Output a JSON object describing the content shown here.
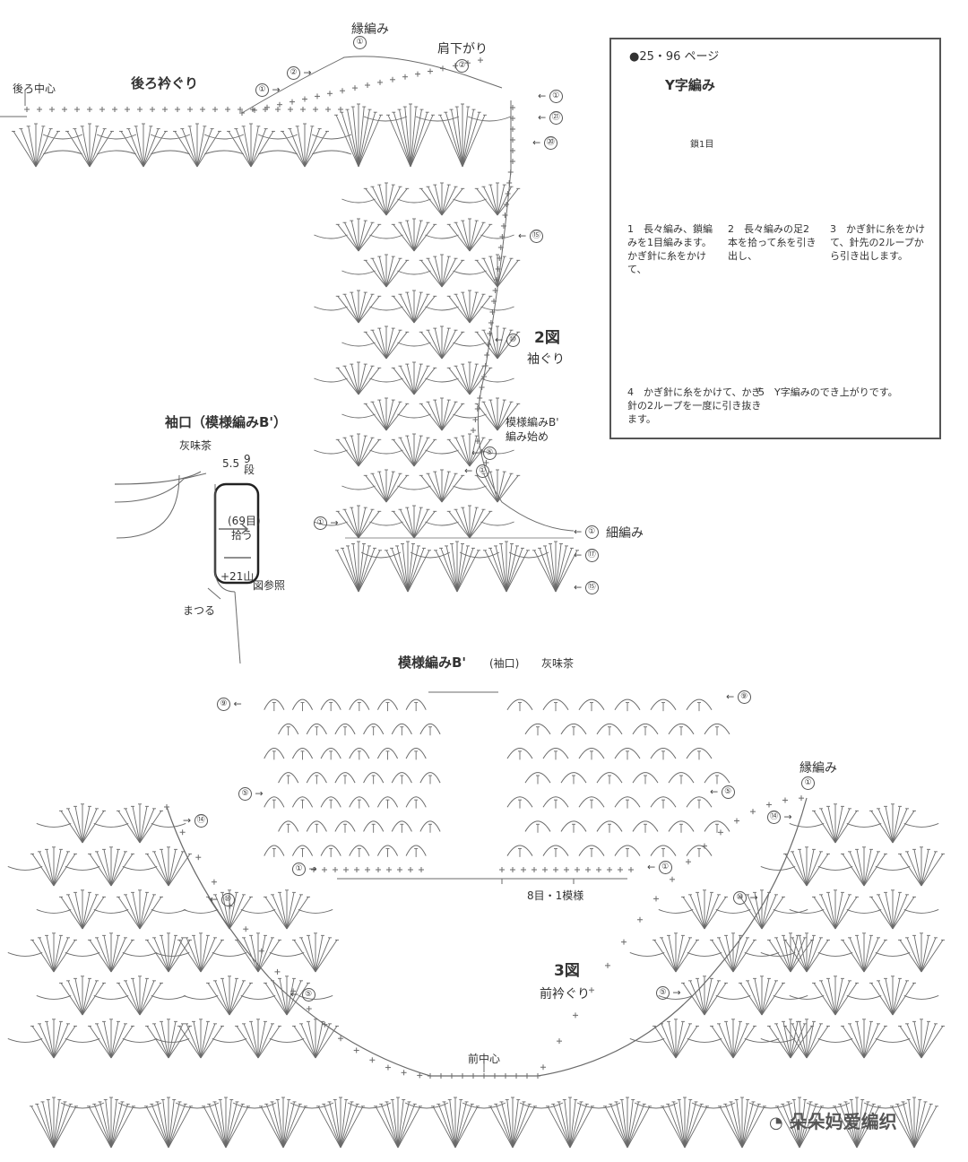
{
  "labels": {
    "edge_knit_top": "縁編み",
    "shoulder": "肩下がり",
    "back_center": "後ろ中心",
    "back_neck": "後ろ衿ぐり",
    "fig2": "2図",
    "armhole": "袖ぐり",
    "sleeve_cuff": "袖口（模様編みB'）",
    "color_gray": "灰味茶",
    "dim_55": "5.5",
    "dim_9dan": "9\n段",
    "pickup_count": "(69目)",
    "pickup": "拾う",
    "plus21": "+21山",
    "ref": "図参照",
    "sew": "まつる",
    "pattern_b_start": "模様編みB'",
    "pattern_b_start2": "編み始め",
    "single_crochet": "細編み",
    "pattern_b_title": "模様編みB'",
    "pattern_b_sub": "(袖口)",
    "pattern_b_color": "灰味茶",
    "repeat": "8目・1模様",
    "edge_knit_bottom": "縁編み",
    "fig3": "3図",
    "front_neck": "前衿ぐり",
    "front_center": "前中心",
    "watermark": "朵朵妈爱编织"
  },
  "rows": {
    "r1": "①",
    "r2": "②",
    "r5": "⑤",
    "r9": "⑨",
    "r10": "⑩",
    "r14": "⑭",
    "r15": "⑮",
    "r17": "⑰",
    "r20": "⑳",
    "r21": "㉑"
  },
  "howto": {
    "page": "●25・96 ページ",
    "title": "Y字編み",
    "step1_note": "鎖1目",
    "step1": "1　長々編み、鎖編みを1目編みます。かぎ針に糸をかけて、",
    "step2": "2　長々編みの足2本を拾って糸を引き出し、",
    "step3": "3　かぎ針に糸をかけて、針先の2ループから引き出します。",
    "step4": "4　かぎ針に糸をかけて、かぎ針の2ループを一度に引き抜きます。",
    "step5": "5　Y字編みのでき上がりです。"
  }
}
